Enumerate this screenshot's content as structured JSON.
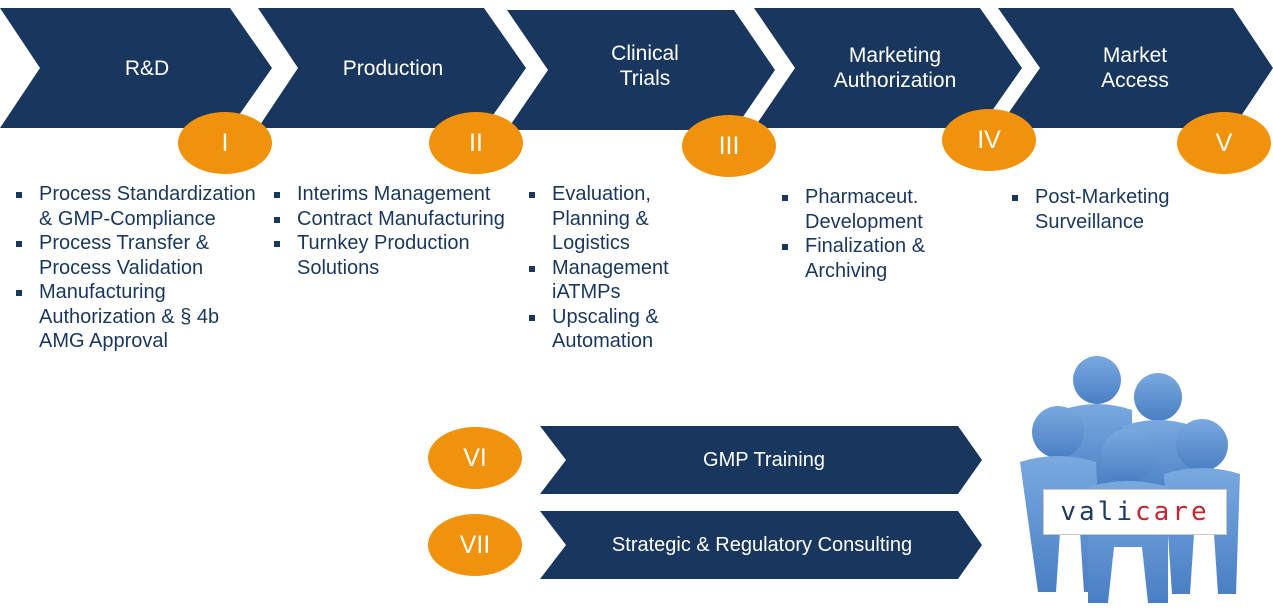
{
  "stages": [
    {
      "title": "R&D",
      "numeral": "I"
    },
    {
      "title": "Production",
      "numeral": "II"
    },
    {
      "title": "Clinical\nTrials",
      "numeral": "III"
    },
    {
      "title": "Marketing\nAuthorization",
      "numeral": "IV"
    },
    {
      "title": "Market\nAccess",
      "numeral": "V"
    }
  ],
  "columns": [
    [
      "Process Standardization & GMP-Compliance",
      "Process Transfer & Process Validation",
      "Manufacturing Authorization & § 4b AMG Approval"
    ],
    [
      "Interims Management",
      "Contract Manufacturing",
      "Turnkey Production Solutions"
    ],
    [
      "Evaluation, Planning & Logistics",
      "Management iATMPs",
      "Upscaling & Automation"
    ],
    [
      "Pharmaceut. Development",
      "Finalization & Archiving"
    ],
    [
      "Post-Marketing Surveillance"
    ]
  ],
  "extras": [
    {
      "numeral": "VI",
      "title": "GMP Training"
    },
    {
      "numeral": "VII",
      "title": "Strategic & Regulatory Consulting"
    }
  ],
  "logo": {
    "part1": "vali",
    "part2": "care"
  },
  "colors": {
    "navy": "#19375e",
    "orange": "#f0920c",
    "people_blue": "#5b8fd0",
    "logo_red": "#c3262e"
  }
}
